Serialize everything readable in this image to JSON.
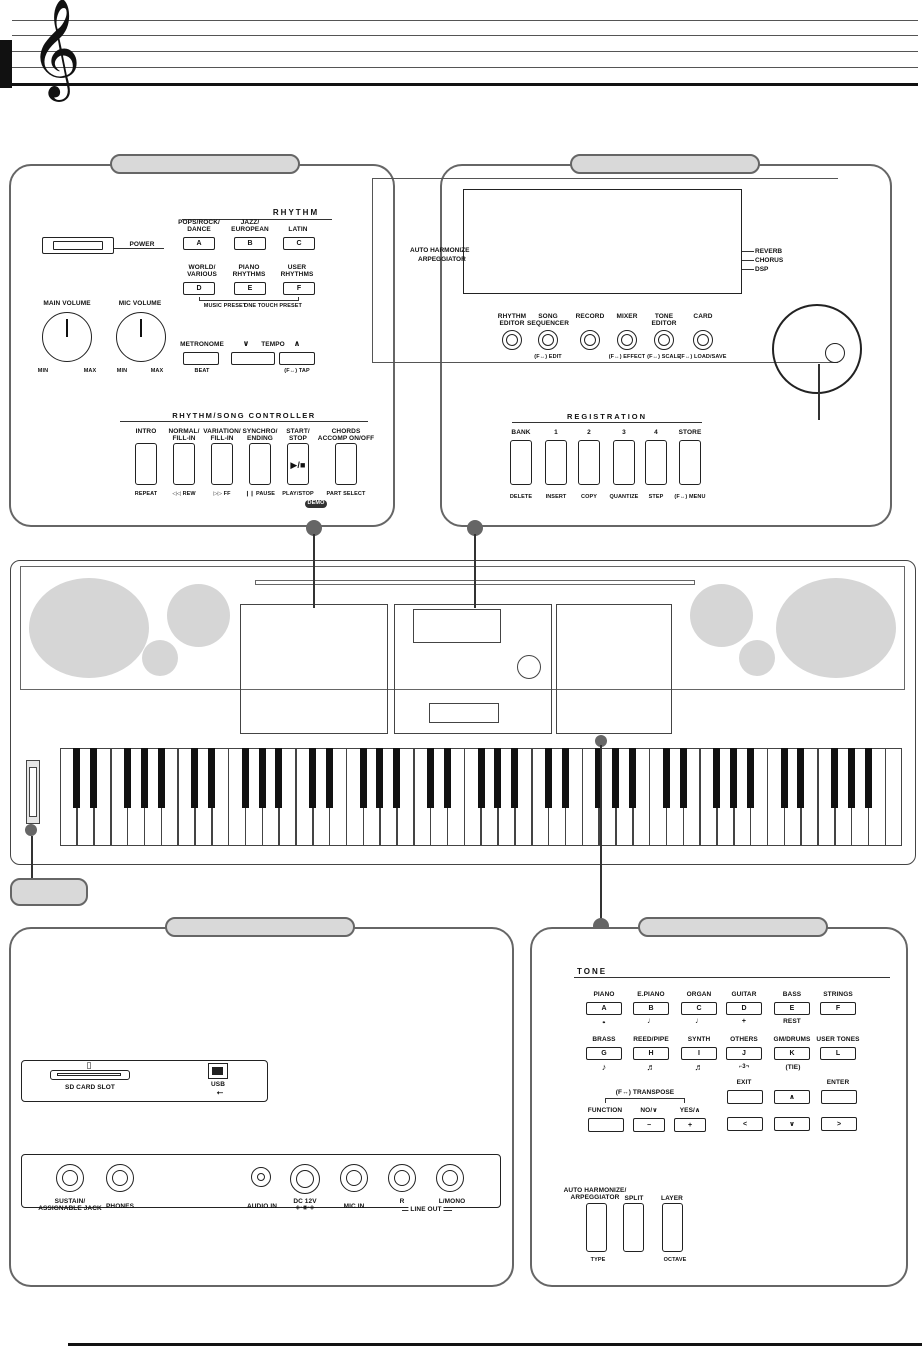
{
  "rhythm_panel": {
    "section_title": "RHYTHM",
    "power_label": "POWER",
    "rhythm_buttons": [
      {
        "top": "POPS/ROCK/\nDANCE",
        "key": "A"
      },
      {
        "top": "JAZZ/\nEUROPEAN",
        "key": "B"
      },
      {
        "top": "LATIN",
        "key": "C"
      },
      {
        "top": "WORLD/\nVARIOUS",
        "key": "D"
      },
      {
        "top": "PIANO\nRHYTHMS",
        "key": "E"
      },
      {
        "top": "USER\nRHYTHMS",
        "key": "F"
      }
    ],
    "music_preset": "MUSIC PRESET",
    "one_touch_preset": "ONE TOUCH PRESET",
    "main_volume": "MAIN VOLUME",
    "mic_volume": "MIC VOLUME",
    "min": "MIN",
    "max": "MAX",
    "metronome": "METRONOME",
    "beat": "BEAT",
    "tempo": "TEMPO",
    "tap": "(F↔) TAP",
    "controller_title": "RHYTHM/SONG CONTROLLER",
    "controller_buttons": [
      {
        "top": "INTRO",
        "bottom": "REPEAT"
      },
      {
        "top": "NORMAL/\nFILL-IN",
        "bottom": "◁◁ REW"
      },
      {
        "top": "VARIATION/\nFILL-IN",
        "bottom": "▷▷ FF"
      },
      {
        "top": "SYNCHRO/\nENDING",
        "bottom": "❙❙ PAUSE"
      },
      {
        "top": "START/\nSTOP",
        "bottom": "PLAY/STOP"
      },
      {
        "top": "CHORDS\nACCOMP ON/OFF",
        "bottom": "PART SELECT"
      }
    ],
    "play_symbol": "▶/■",
    "demo": "DEMO"
  },
  "display_panel": {
    "left_labels": [
      "AUTO HARMONIZE",
      "ARPEGGIATOR"
    ],
    "right_labels": [
      "REVERB",
      "CHORUS",
      "DSP"
    ],
    "mode_buttons": [
      {
        "top": "RHYTHM\nEDITOR",
        "bottom": ""
      },
      {
        "top": "SONG\nSEQUENCER",
        "bottom": "(F↔) EDIT"
      },
      {
        "top": "RECORD",
        "bottom": ""
      },
      {
        "top": "MIXER",
        "bottom": "(F↔) EFFECT"
      },
      {
        "top": "TONE\nEDITOR",
        "bottom": "(F↔) SCALE"
      },
      {
        "top": "CARD",
        "bottom": "(F↔) LOAD/SAVE"
      }
    ],
    "registration_title": "REGISTRATION",
    "registration_buttons": [
      {
        "top": "BANK",
        "bottom": "DELETE"
      },
      {
        "top": "1",
        "bottom": "INSERT"
      },
      {
        "top": "2",
        "bottom": "COPY"
      },
      {
        "top": "3",
        "bottom": "QUANTIZE"
      },
      {
        "top": "4",
        "bottom": "STEP"
      },
      {
        "top": "STORE",
        "bottom": "(F↔) MENU"
      }
    ]
  },
  "back_panel": {
    "sd_card_slot": "SD CARD SLOT",
    "usb": "USB",
    "jacks": [
      "SUSTAIN/\nASSIGNABLE JACK",
      "PHONES",
      "AUDIO IN",
      "DC 12V",
      "MIC IN",
      "R",
      "L/MONO"
    ],
    "line_out": "LINE OUT"
  },
  "tone_panel": {
    "section_title": "TONE",
    "tone_row1": [
      {
        "top": "PIANO",
        "key": "A"
      },
      {
        "top": "E.PIANO",
        "key": "B"
      },
      {
        "top": "ORGAN",
        "key": "C"
      },
      {
        "top": "GUITAR",
        "key": "D"
      },
      {
        "top": "BASS",
        "key": "E",
        "bottom": "REST"
      },
      {
        "top": "STRINGS",
        "key": "F"
      }
    ],
    "tone_row2": [
      {
        "top": "BRASS",
        "key": "G"
      },
      {
        "top": "REED/PIPE",
        "key": "H"
      },
      {
        "top": "SYNTH",
        "key": "I"
      },
      {
        "top": "OTHERS",
        "key": "J"
      },
      {
        "top": "GM/DRUMS",
        "key": "K",
        "bottom": "(TIE)"
      },
      {
        "top": "USER TONES",
        "key": "L"
      }
    ],
    "transpose": "(F↔) TRANSPOSE",
    "function": "FUNCTION",
    "no": "NO/∨",
    "yes": "YES/∧",
    "minus": "−",
    "plus": "+",
    "exit": "EXIT",
    "enter": "ENTER",
    "auto_harmonize": "AUTO HARMONIZE/\nARPEGGIATOR",
    "split": "SPLIT",
    "layer": "LAYER",
    "type": "TYPE",
    "octave": "OCTAVE"
  }
}
